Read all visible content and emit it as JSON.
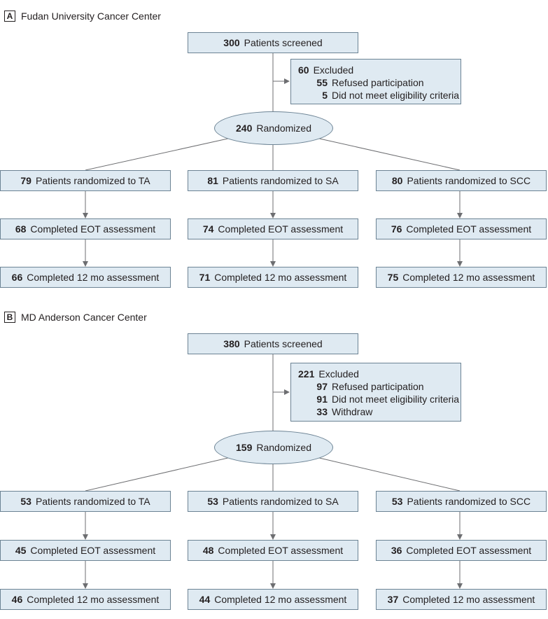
{
  "panels": [
    {
      "letter": "A",
      "title": "Fudan University Cancer Center",
      "screened": {
        "num": "300",
        "label": "Patients screened"
      },
      "excluded": {
        "num": "60",
        "label": "Excluded",
        "reasons": [
          {
            "num": "55",
            "label": "Refused participation"
          },
          {
            "num": "5",
            "label": "Did not meet eligibility criteria"
          }
        ]
      },
      "randomized": {
        "num": "240",
        "label": "Randomized"
      },
      "arms": [
        {
          "rand_num": "79",
          "rand_label": "Patients randomized to TA",
          "eot_num": "68",
          "eot_label": "Completed EOT assessment",
          "mo12_num": "66",
          "mo12_label": "Completed 12 mo assessment"
        },
        {
          "rand_num": "81",
          "rand_label": "Patients randomized to SA",
          "eot_num": "74",
          "eot_label": "Completed EOT assessment",
          "mo12_num": "71",
          "mo12_label": "Completed 12 mo assessment"
        },
        {
          "rand_num": "80",
          "rand_label": "Patients randomized to SCC",
          "eot_num": "76",
          "eot_label": "Completed EOT assessment",
          "mo12_num": "75",
          "mo12_label": "Completed 12 mo assessment"
        }
      ]
    },
    {
      "letter": "B",
      "title": "MD Anderson Cancer Center",
      "screened": {
        "num": "380",
        "label": "Patients screened"
      },
      "excluded": {
        "num": "221",
        "label": "Excluded",
        "reasons": [
          {
            "num": "97",
            "label": "Refused participation"
          },
          {
            "num": "91",
            "label": "Did not meet eligibility criteria"
          },
          {
            "num": "33",
            "label": "Withdraw"
          }
        ]
      },
      "randomized": {
        "num": "159",
        "label": "Randomized"
      },
      "arms": [
        {
          "rand_num": "53",
          "rand_label": "Patients randomized to TA",
          "eot_num": "45",
          "eot_label": "Completed EOT assessment",
          "mo12_num": "46",
          "mo12_label": "Completed 12 mo assessment"
        },
        {
          "rand_num": "53",
          "rand_label": "Patients randomized to SA",
          "eot_num": "48",
          "eot_label": "Completed EOT assessment",
          "mo12_num": "44",
          "mo12_label": "Completed 12 mo assessment"
        },
        {
          "rand_num": "53",
          "rand_label": "Patients randomized to SCC",
          "eot_num": "36",
          "eot_label": "Completed EOT assessment",
          "mo12_num": "37",
          "mo12_label": "Completed 12 mo assessment"
        }
      ]
    }
  ],
  "colors": {
    "box_fill": "#dfeaf2",
    "box_border": "#6c8394",
    "connector": "#6d6e71"
  }
}
